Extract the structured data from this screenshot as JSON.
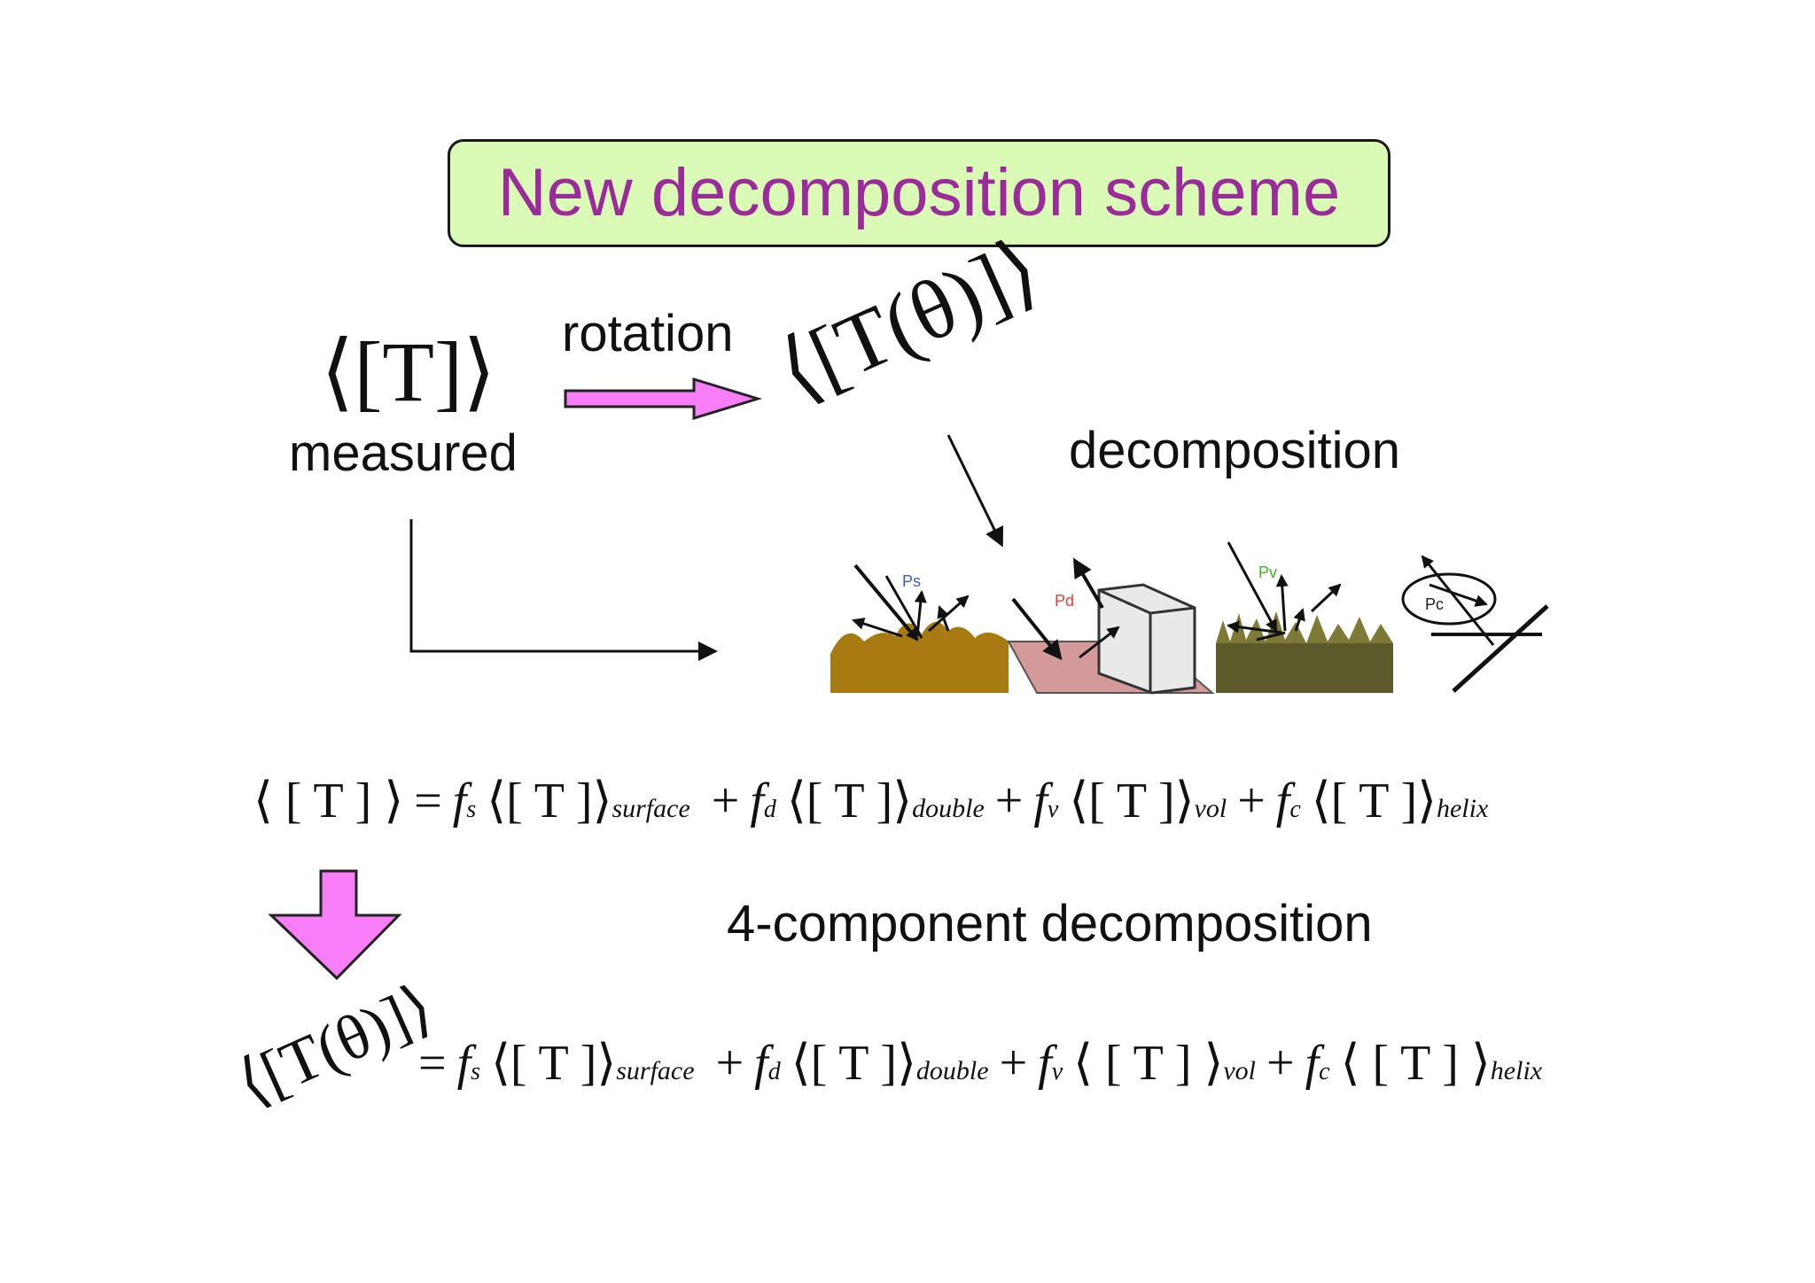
{
  "slide": {
    "title": "New decomposition scheme",
    "labels": {
      "rotation": "rotation",
      "measured": "measured",
      "decomposition": "decomposition",
      "four_component": "4-component decomposition"
    },
    "math": {
      "measured_T": "⟨[T]⟩",
      "rotated_T": "⟨[T(θ)]⟩"
    },
    "equation1": {
      "lhs": "⟨ [ T ] ⟩",
      "terms": [
        {
          "coef": "f",
          "coef_sub": "s",
          "matrix": "⟨[ T ]⟩",
          "subscript": "surface"
        },
        {
          "coef": "f",
          "coef_sub": "d",
          "matrix": "⟨[ T ]⟩",
          "subscript": "double"
        },
        {
          "coef": "f",
          "coef_sub": "v",
          "matrix": "⟨[ T ]⟩",
          "subscript": "vol"
        },
        {
          "coef": "f",
          "coef_sub": "c",
          "matrix": "⟨[ T ]⟩",
          "subscript": "helix"
        }
      ]
    },
    "equation2": {
      "lhs": "⟨[T(θ)]⟩",
      "terms": [
        {
          "coef": "f",
          "coef_sub": "s",
          "matrix": "⟨[ T ]⟩",
          "subscript": "surface"
        },
        {
          "coef": "f",
          "coef_sub": "d",
          "matrix": "⟨[ T ]⟩",
          "subscript": "double"
        },
        {
          "coef": "f",
          "coef_sub": "v",
          "matrix": "⟨ [ T ] ⟩",
          "subscript": "vol"
        },
        {
          "coef": "f",
          "coef_sub": "c",
          "matrix": "⟨ [ T ] ⟩",
          "subscript": "helix"
        }
      ]
    },
    "scattering_icons": {
      "surface": {
        "label": "Ps",
        "label_color": "#3a5bd9",
        "fill": "#a87a12"
      },
      "double": {
        "label": "Pd",
        "label_color": "#e0443a",
        "fill": "#d49a9a"
      },
      "volume": {
        "label": "Pv",
        "label_color": "#43b02a",
        "fill": "#5b5a2a"
      },
      "helix": {
        "label": "Pc",
        "label_color": "#222222"
      }
    },
    "colors": {
      "title_text": "#9b2b9b",
      "title_bg": "#d9fbb6",
      "arrow_fill": "#f77ef7"
    }
  }
}
